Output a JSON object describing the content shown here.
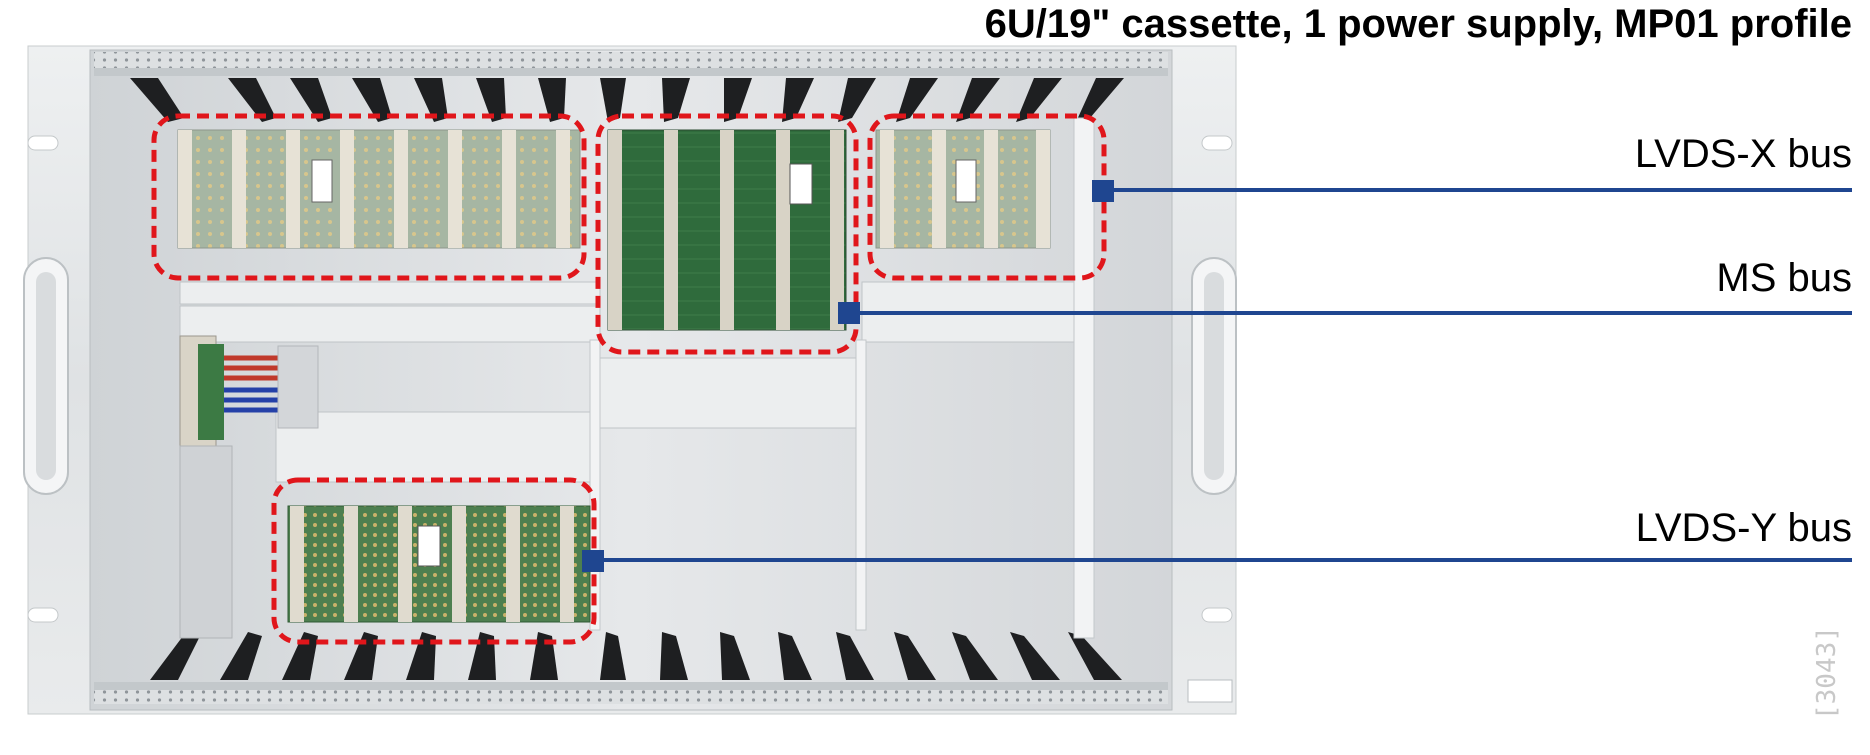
{
  "title": "6U/19\" cassette, 1 power supply, MP01 profile",
  "buses": [
    {
      "label": "LVDS-X bus"
    },
    {
      "label": "MS bus"
    },
    {
      "label": "LVDS-Y bus"
    }
  ],
  "reference": "[3043]",
  "colors": {
    "marker_line": "#1f4690",
    "group_outline": "#e0161b",
    "frame": "#e4e6e8"
  }
}
